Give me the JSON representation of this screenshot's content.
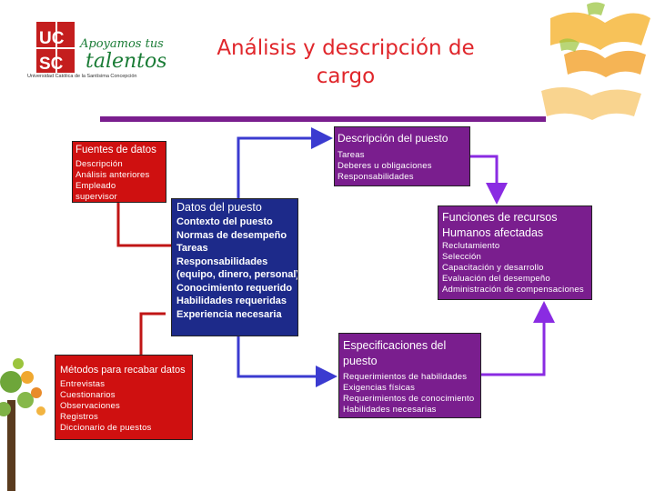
{
  "logo": {
    "text_main": "UCSC",
    "tagline_1": "Apoyamos tus",
    "tagline_2": "talentos",
    "university": "Universidad Católica de la Santísima Concepción"
  },
  "title": {
    "line1": "Análisis y descripción de",
    "line2": "cargo"
  },
  "boxes": {
    "fuentes": {
      "heading": "Fuentes de datos",
      "items": [
        "Descripción",
        "Análisis anteriores",
        "Empleado",
        "supervisor"
      ]
    },
    "descripcion": {
      "heading": "Descripción del puesto",
      "items": [
        "Tareas",
        "Deberes u obligaciones",
        "Responsabilidades"
      ]
    },
    "datos": {
      "heading": "Datos del puesto",
      "items": [
        "Contexto del puesto",
        "Normas de desempeño",
        "Tareas",
        "Responsabilidades",
        "(equipo, dinero, personal)",
        "Conocimiento requerido",
        "Habilidades requeridas",
        "Experiencia necesaria"
      ]
    },
    "funciones": {
      "heading": "Funciones de recursos Humanos afectadas",
      "items": [
        "Reclutamiento",
        "Selección",
        "Capacitación y desarrollo",
        "Evaluación del desempeño",
        "Administración de compensaciones"
      ]
    },
    "metodos": {
      "heading": "Métodos para recabar datos",
      "items": [
        "Entrevistas",
        "Cuestionarios",
        "Observaciones",
        "Registros",
        "Diccionario de puestos"
      ]
    },
    "especificaciones": {
      "heading": "Especificaciones del puesto",
      "items": [
        "Requerimientos de habilidades",
        "Exigencias físicas",
        "Requerimientos de conocimiento",
        "Habilidades necesarias"
      ]
    }
  },
  "colors": {
    "title": "#e0262b",
    "red_box": "#cf1010",
    "blue_box": "#1d2a8a",
    "purple_box": "#7a1e8e",
    "connector_blue": "#3b3bd0",
    "connector_purple": "#8a2be2"
  }
}
